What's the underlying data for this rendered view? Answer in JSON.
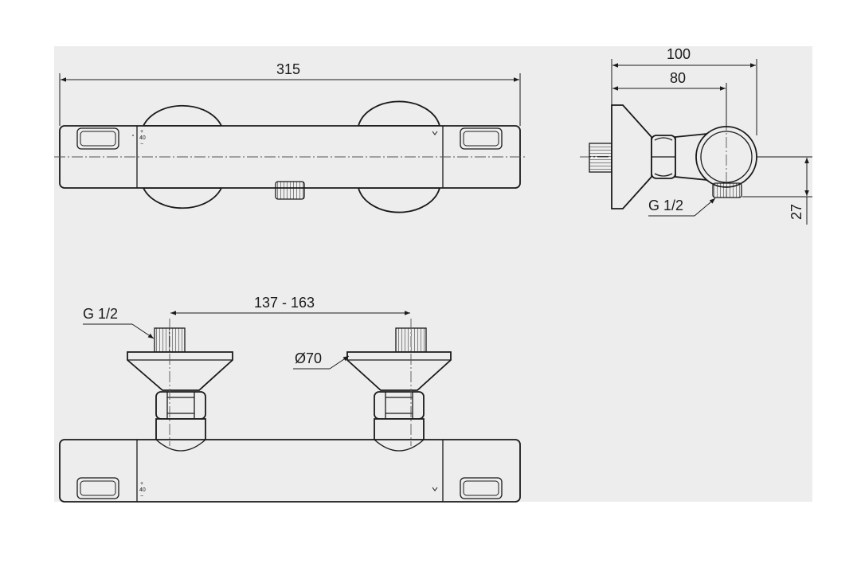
{
  "dimensions": {
    "overall_length": "315",
    "depth_outer": "100",
    "depth_inner": "80",
    "outlet_offset": "27",
    "thread_side": "G 1/2",
    "thread_bottom": "G 1/2",
    "inlet_spacing": "137 - 163",
    "flange_diameter": "Ø70"
  },
  "scale_marks": {
    "plus": "+",
    "forty": "40",
    "minus": "−"
  },
  "colors": {
    "background": "#ffffff",
    "drawing_area": "#ededed",
    "line": "#1a1a1a"
  }
}
